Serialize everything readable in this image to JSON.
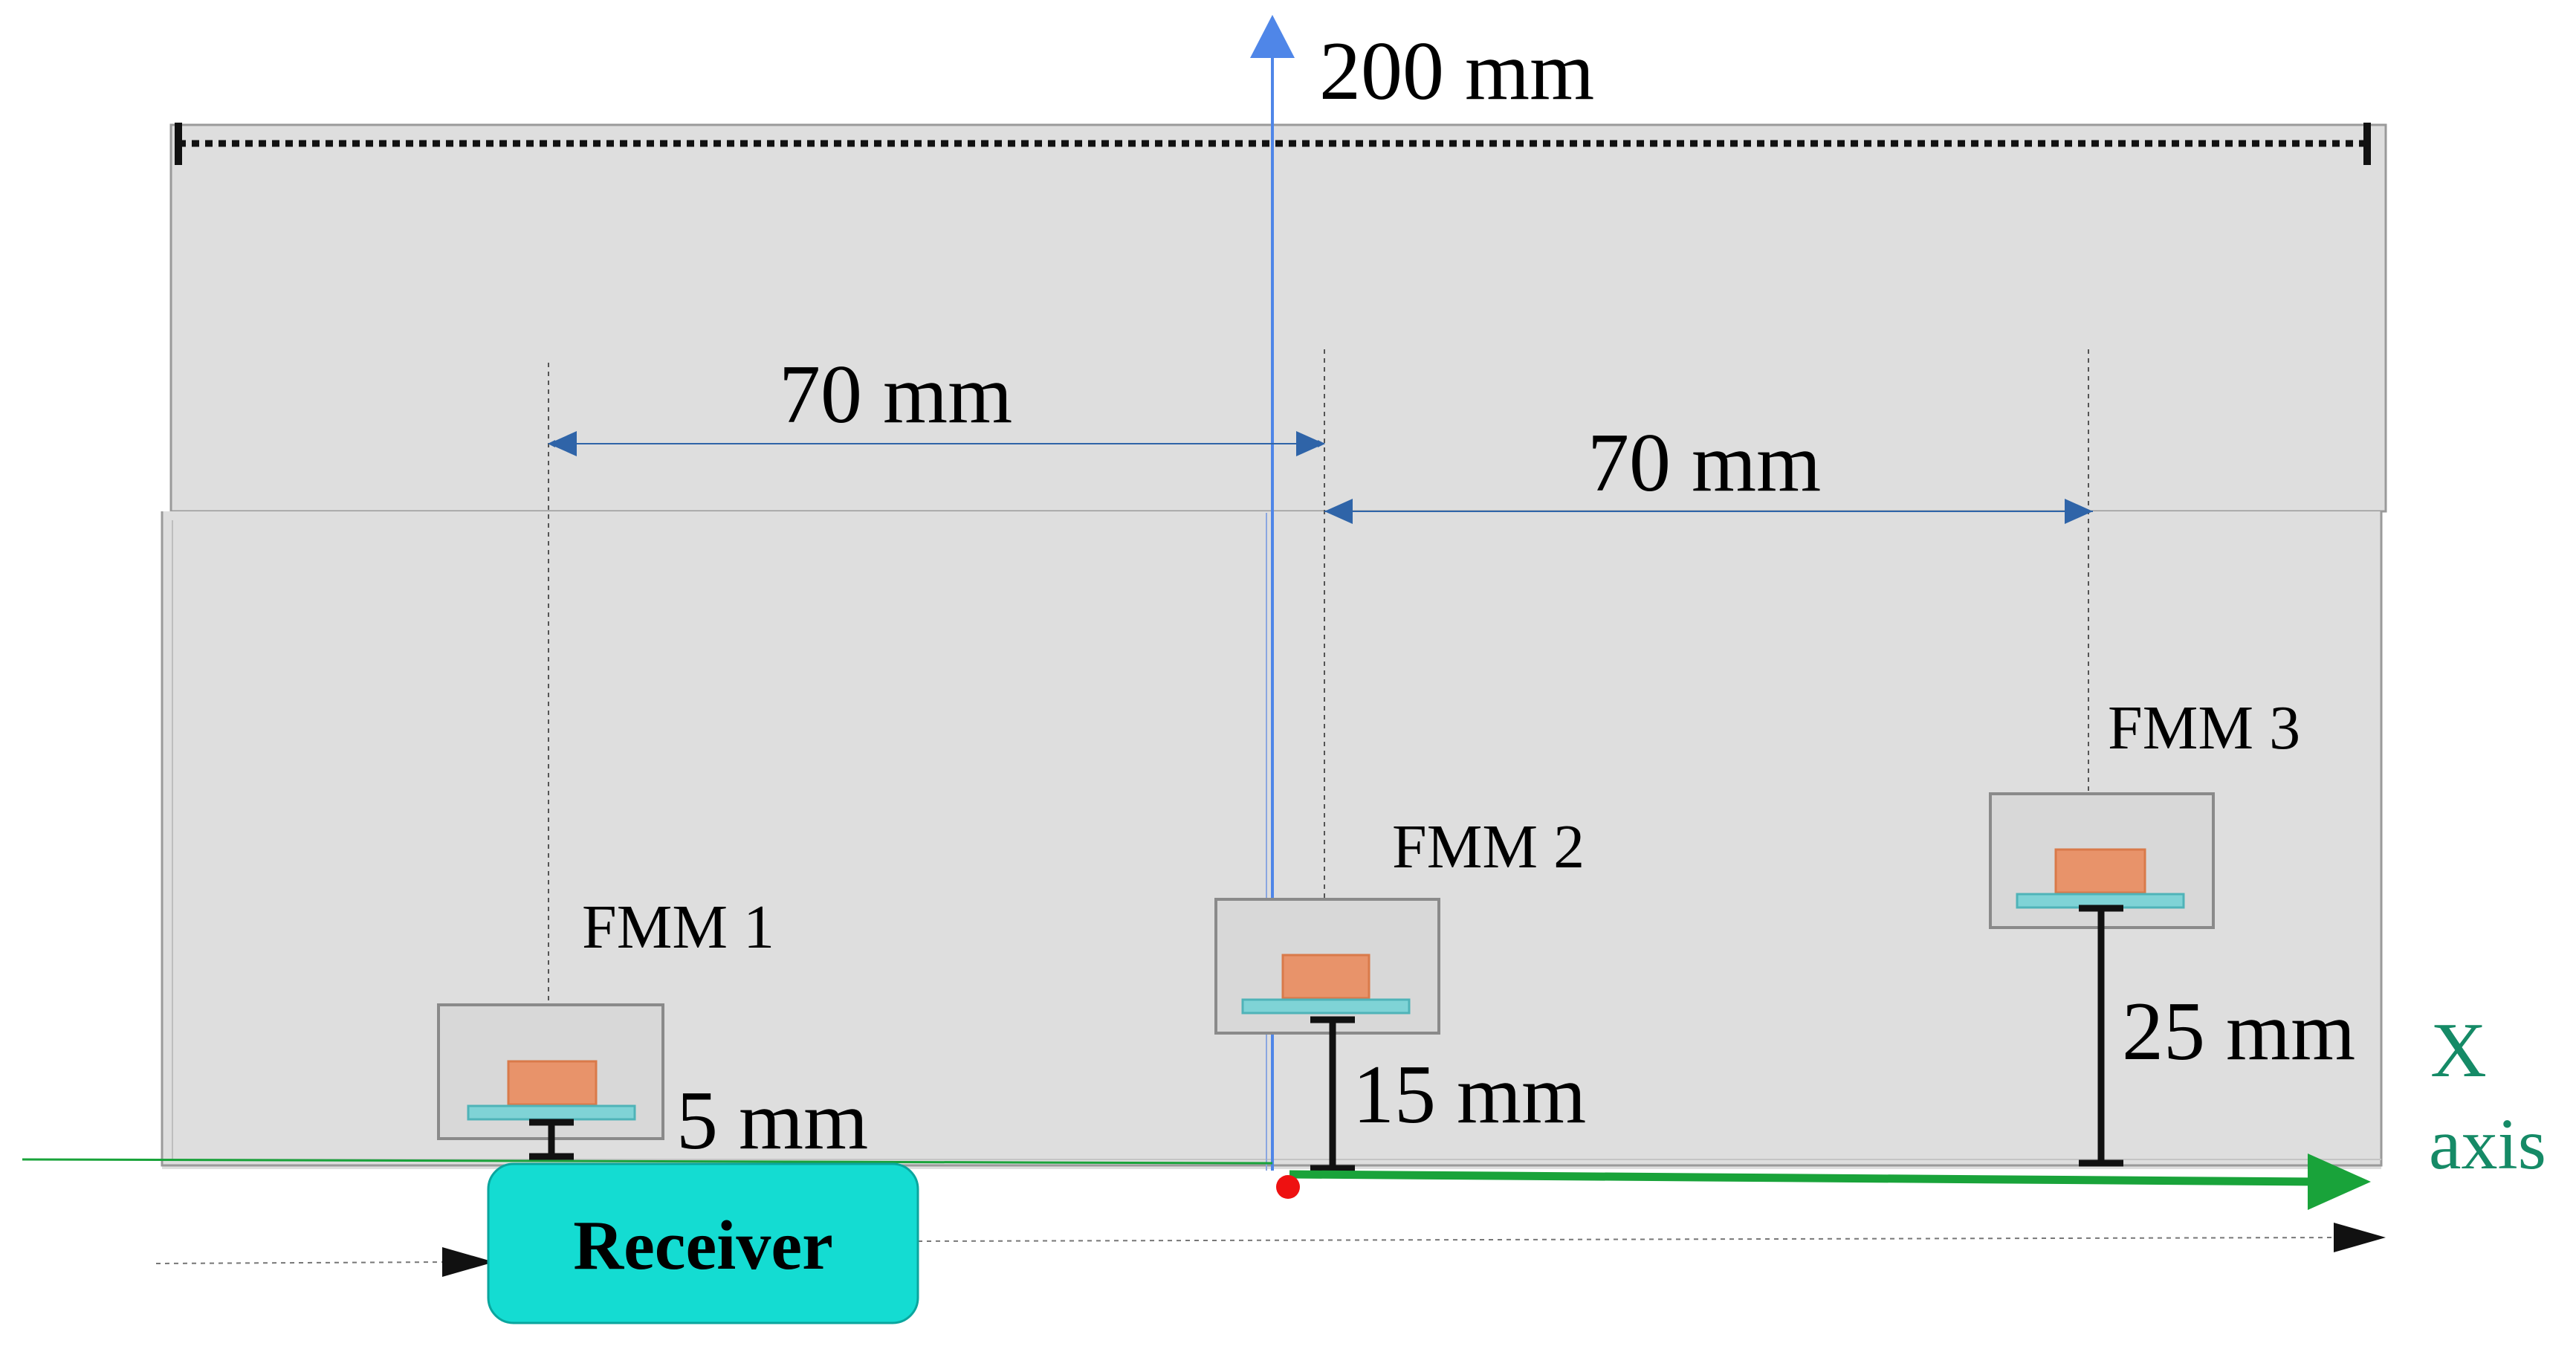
{
  "dimensions": {
    "width_label": "200 mm",
    "spacing_left_label": "70 mm",
    "spacing_right_label": "70 mm"
  },
  "modules": [
    {
      "label": "FMM 1",
      "height_label": "5 mm"
    },
    {
      "label": "FMM 2",
      "height_label": "15 mm"
    },
    {
      "label": "FMM 3",
      "height_label": "25 mm"
    }
  ],
  "receiver": {
    "label": "Receiver"
  },
  "axis": {
    "x_label": "X",
    "x_sub_label": "axis"
  },
  "colors": {
    "slab": "#dedede",
    "slab_edge": "#9a9a9a",
    "receiver": "#14dcd2",
    "coil": "#e8936a",
    "ferrite": "#7fd3d6",
    "dimension_arrow": "#2f64a8",
    "z_axis": "#4f86e8",
    "x_axis": "#19a33a",
    "x_axis_text": "#158a66",
    "origin": "#ee1111"
  }
}
